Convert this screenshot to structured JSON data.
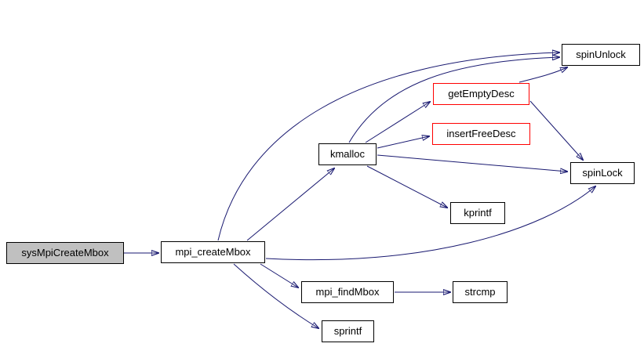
{
  "diagram": {
    "type": "call-graph",
    "background": "#ffffff",
    "edge_color": "#191970",
    "node_border_default": "#000000",
    "node_border_highlight": "#ff0000",
    "focus_node_fill": "#c0c0c0",
    "nodes": [
      {
        "id": "sysMpiCreateMbox",
        "label": "sysMpiCreateMbox",
        "style": "focus"
      },
      {
        "id": "mpi_createMbox",
        "label": "mpi_createMbox",
        "style": "default"
      },
      {
        "id": "kmalloc",
        "label": "kmalloc",
        "style": "default"
      },
      {
        "id": "getEmptyDesc",
        "label": "getEmptyDesc",
        "style": "highlight"
      },
      {
        "id": "insertFreeDesc",
        "label": "insertFreeDesc",
        "style": "highlight"
      },
      {
        "id": "spinUnlock",
        "label": "spinUnlock",
        "style": "default"
      },
      {
        "id": "spinLock",
        "label": "spinLock",
        "style": "default"
      },
      {
        "id": "kprintf",
        "label": "kprintf",
        "style": "default"
      },
      {
        "id": "mpi_findMbox",
        "label": "mpi_findMbox",
        "style": "default"
      },
      {
        "id": "strcmp",
        "label": "strcmp",
        "style": "default"
      },
      {
        "id": "sprintf",
        "label": "sprintf",
        "style": "default"
      }
    ],
    "edges": [
      {
        "from": "sysMpiCreateMbox",
        "to": "mpi_createMbox"
      },
      {
        "from": "mpi_createMbox",
        "to": "kmalloc"
      },
      {
        "from": "mpi_createMbox",
        "to": "spinUnlock"
      },
      {
        "from": "mpi_createMbox",
        "to": "spinLock"
      },
      {
        "from": "mpi_createMbox",
        "to": "mpi_findMbox"
      },
      {
        "from": "mpi_createMbox",
        "to": "sprintf"
      },
      {
        "from": "kmalloc",
        "to": "getEmptyDesc"
      },
      {
        "from": "kmalloc",
        "to": "insertFreeDesc"
      },
      {
        "from": "kmalloc",
        "to": "spinLock"
      },
      {
        "from": "kmalloc",
        "to": "spinUnlock"
      },
      {
        "from": "kmalloc",
        "to": "kprintf"
      },
      {
        "from": "getEmptyDesc",
        "to": "spinUnlock"
      },
      {
        "from": "getEmptyDesc",
        "to": "spinLock"
      },
      {
        "from": "mpi_findMbox",
        "to": "strcmp"
      }
    ]
  }
}
